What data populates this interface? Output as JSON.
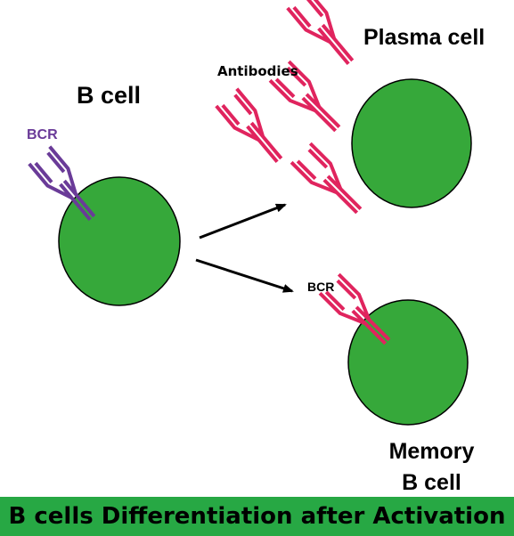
{
  "labels": {
    "b_cell": "B cell",
    "plasma_cell": "Plasma cell",
    "antibodies": "Antibodies",
    "bcr_naive": "BCR",
    "bcr_memory": "BCR",
    "memory_b_cell": "Memory B cell"
  },
  "footer": {
    "title": "B cells Differentiation after Activation"
  },
  "colors": {
    "cell_fill": "#36a83a",
    "cell_stroke": "#000000",
    "bcr_purple": "#6a3b98",
    "antibody_pink": "#e0245e",
    "footer_bg": "#27a844"
  }
}
